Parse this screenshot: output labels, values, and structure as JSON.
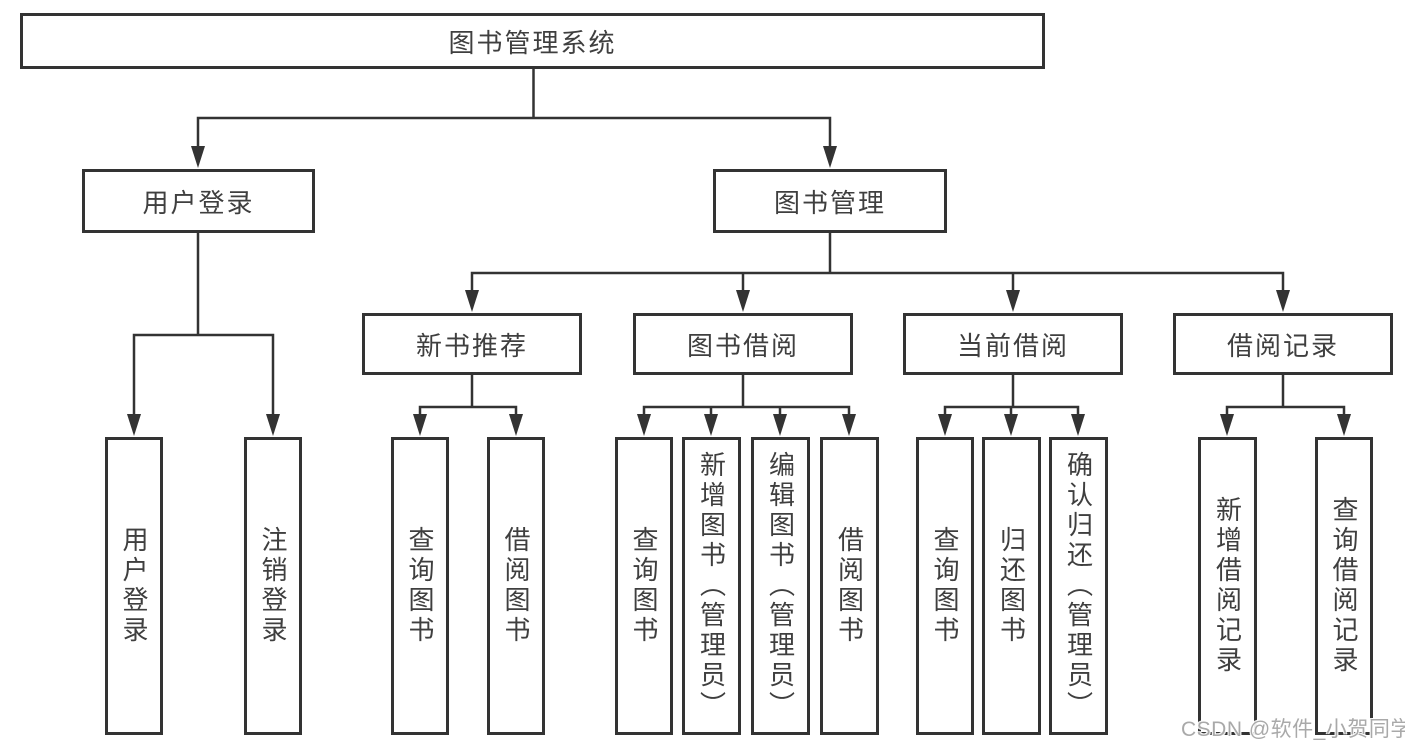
{
  "colors": {
    "line": "#333333",
    "box_border": "#333333",
    "box_fill": "#ffffff",
    "text": "#3f3f3f",
    "watermark": "#a9a9a9",
    "background": "#ffffff"
  },
  "tree": {
    "root": {
      "label": "图书管理系统"
    },
    "login": {
      "label": "用户登录",
      "children": [
        {
          "label": "用户登录"
        },
        {
          "label": "注销登录"
        }
      ]
    },
    "management": {
      "label": "图书管理",
      "sections": [
        {
          "label": "新书推荐",
          "children": [
            {
              "label": "查询图书"
            },
            {
              "label": "借阅图书"
            }
          ]
        },
        {
          "label": "图书借阅",
          "children": [
            {
              "label": "查询图书"
            },
            {
              "label": "新增图书（管理员）"
            },
            {
              "label": "编辑图书（管理员）"
            },
            {
              "label": "借阅图书"
            }
          ]
        },
        {
          "label": "当前借阅",
          "children": [
            {
              "label": "查询图书"
            },
            {
              "label": "归还图书"
            },
            {
              "label": "确认归还（管理员）"
            }
          ]
        },
        {
          "label": "借阅记录",
          "children": [
            {
              "label": "新增借阅记录"
            },
            {
              "label": "查询借阅记录"
            }
          ]
        }
      ]
    }
  },
  "watermark": {
    "text": "CSDN @软件_小贺同学"
  }
}
